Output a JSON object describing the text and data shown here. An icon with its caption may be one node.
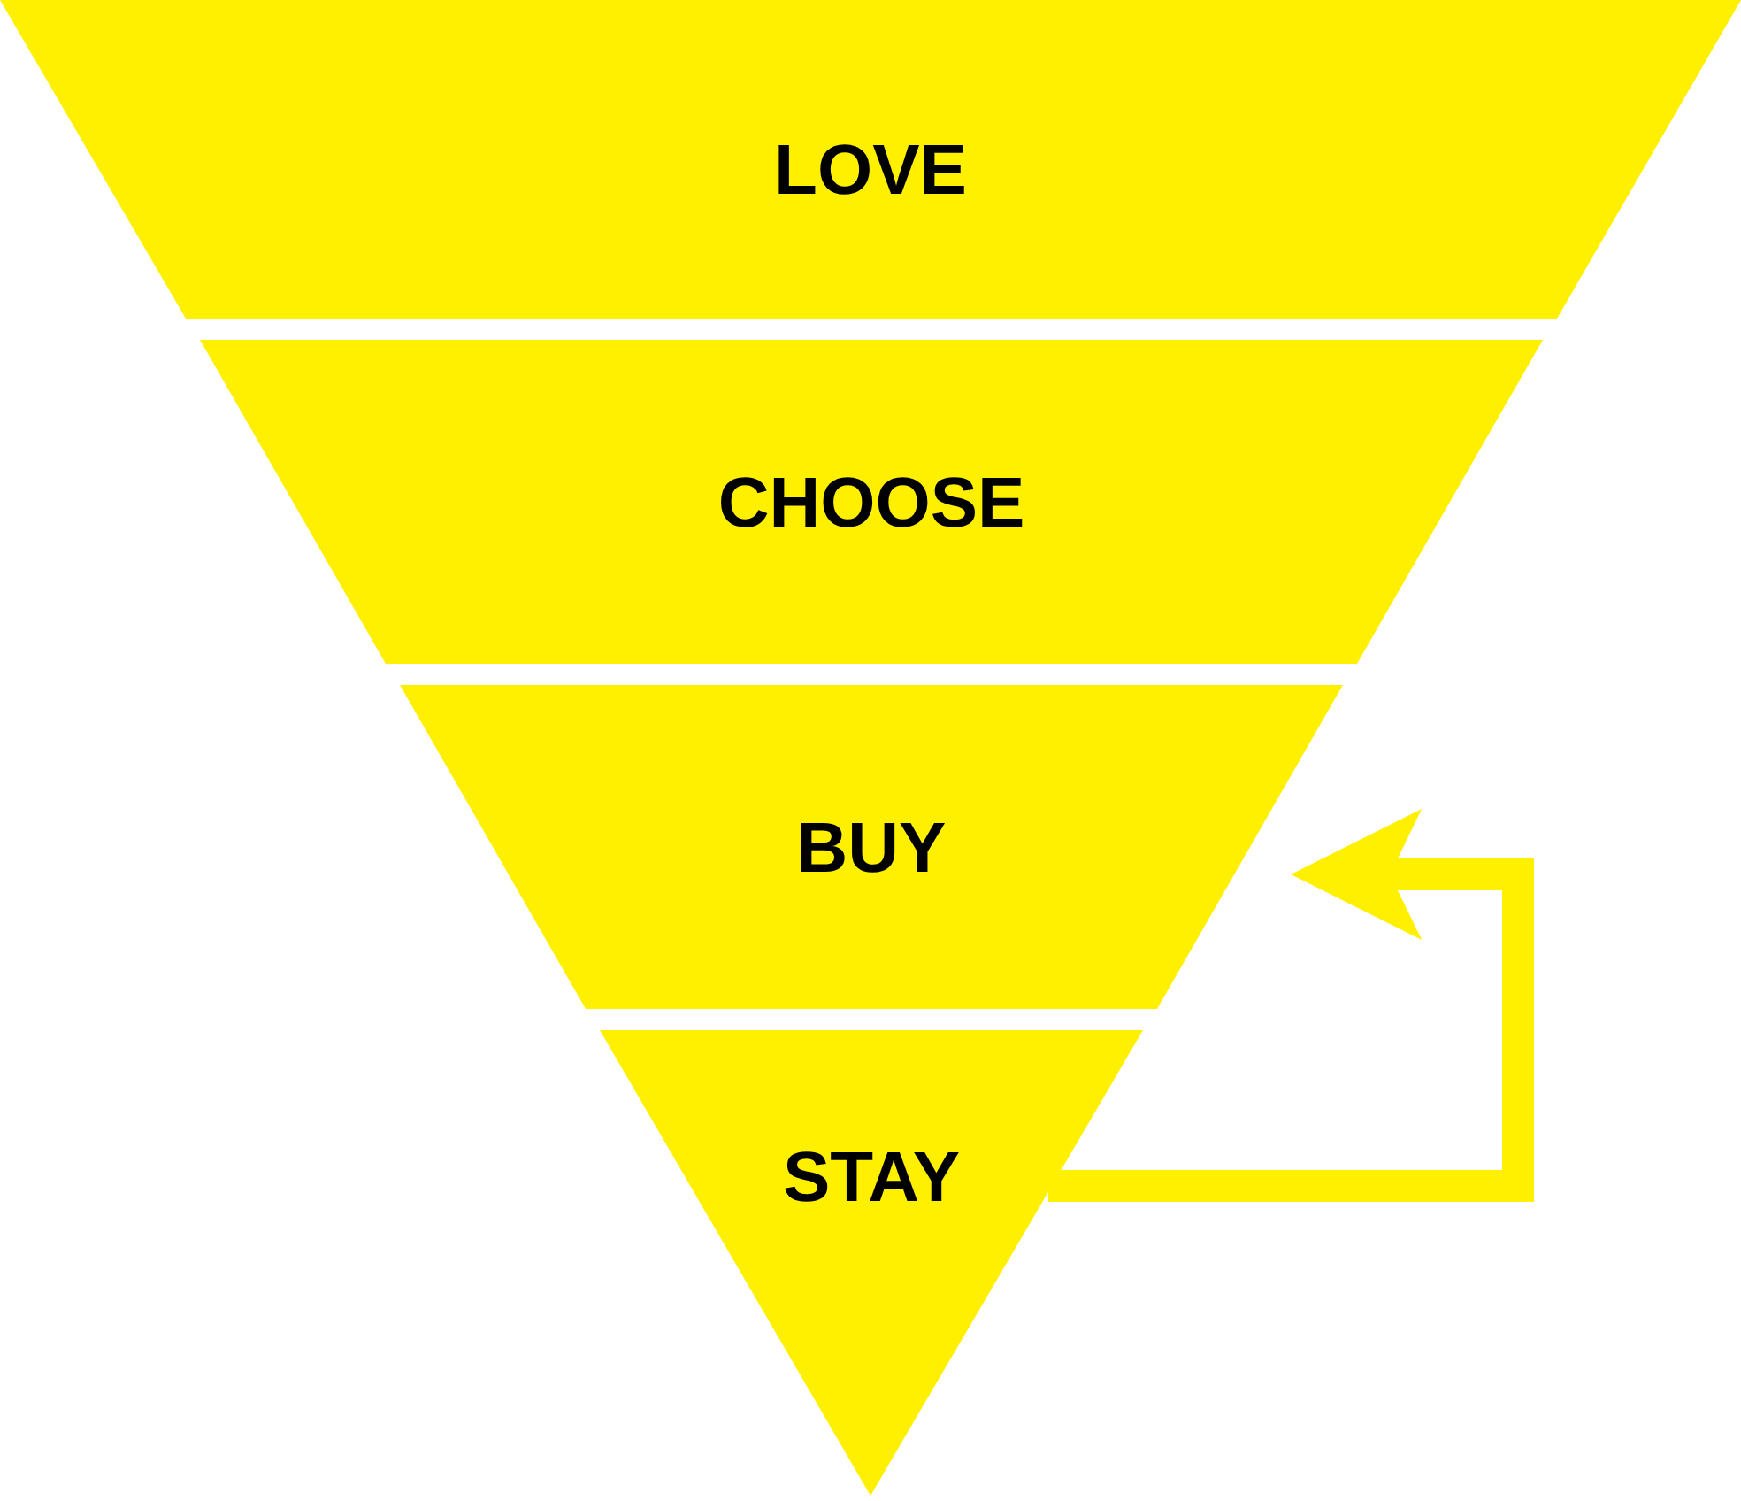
{
  "diagram": {
    "nodes": [
      {
        "text": [
          "LOVE"
        ]
      },
      {
        "text": [
          "CHOOSE"
        ]
      },
      {
        "text": [
          "BUY"
        ]
      },
      {
        "text": [
          "STAY"
        ]
      }
    ],
    "edges": [
      {
        "from": 3,
        "to": 2,
        "arrow": "to"
      }
    ]
  }
}
